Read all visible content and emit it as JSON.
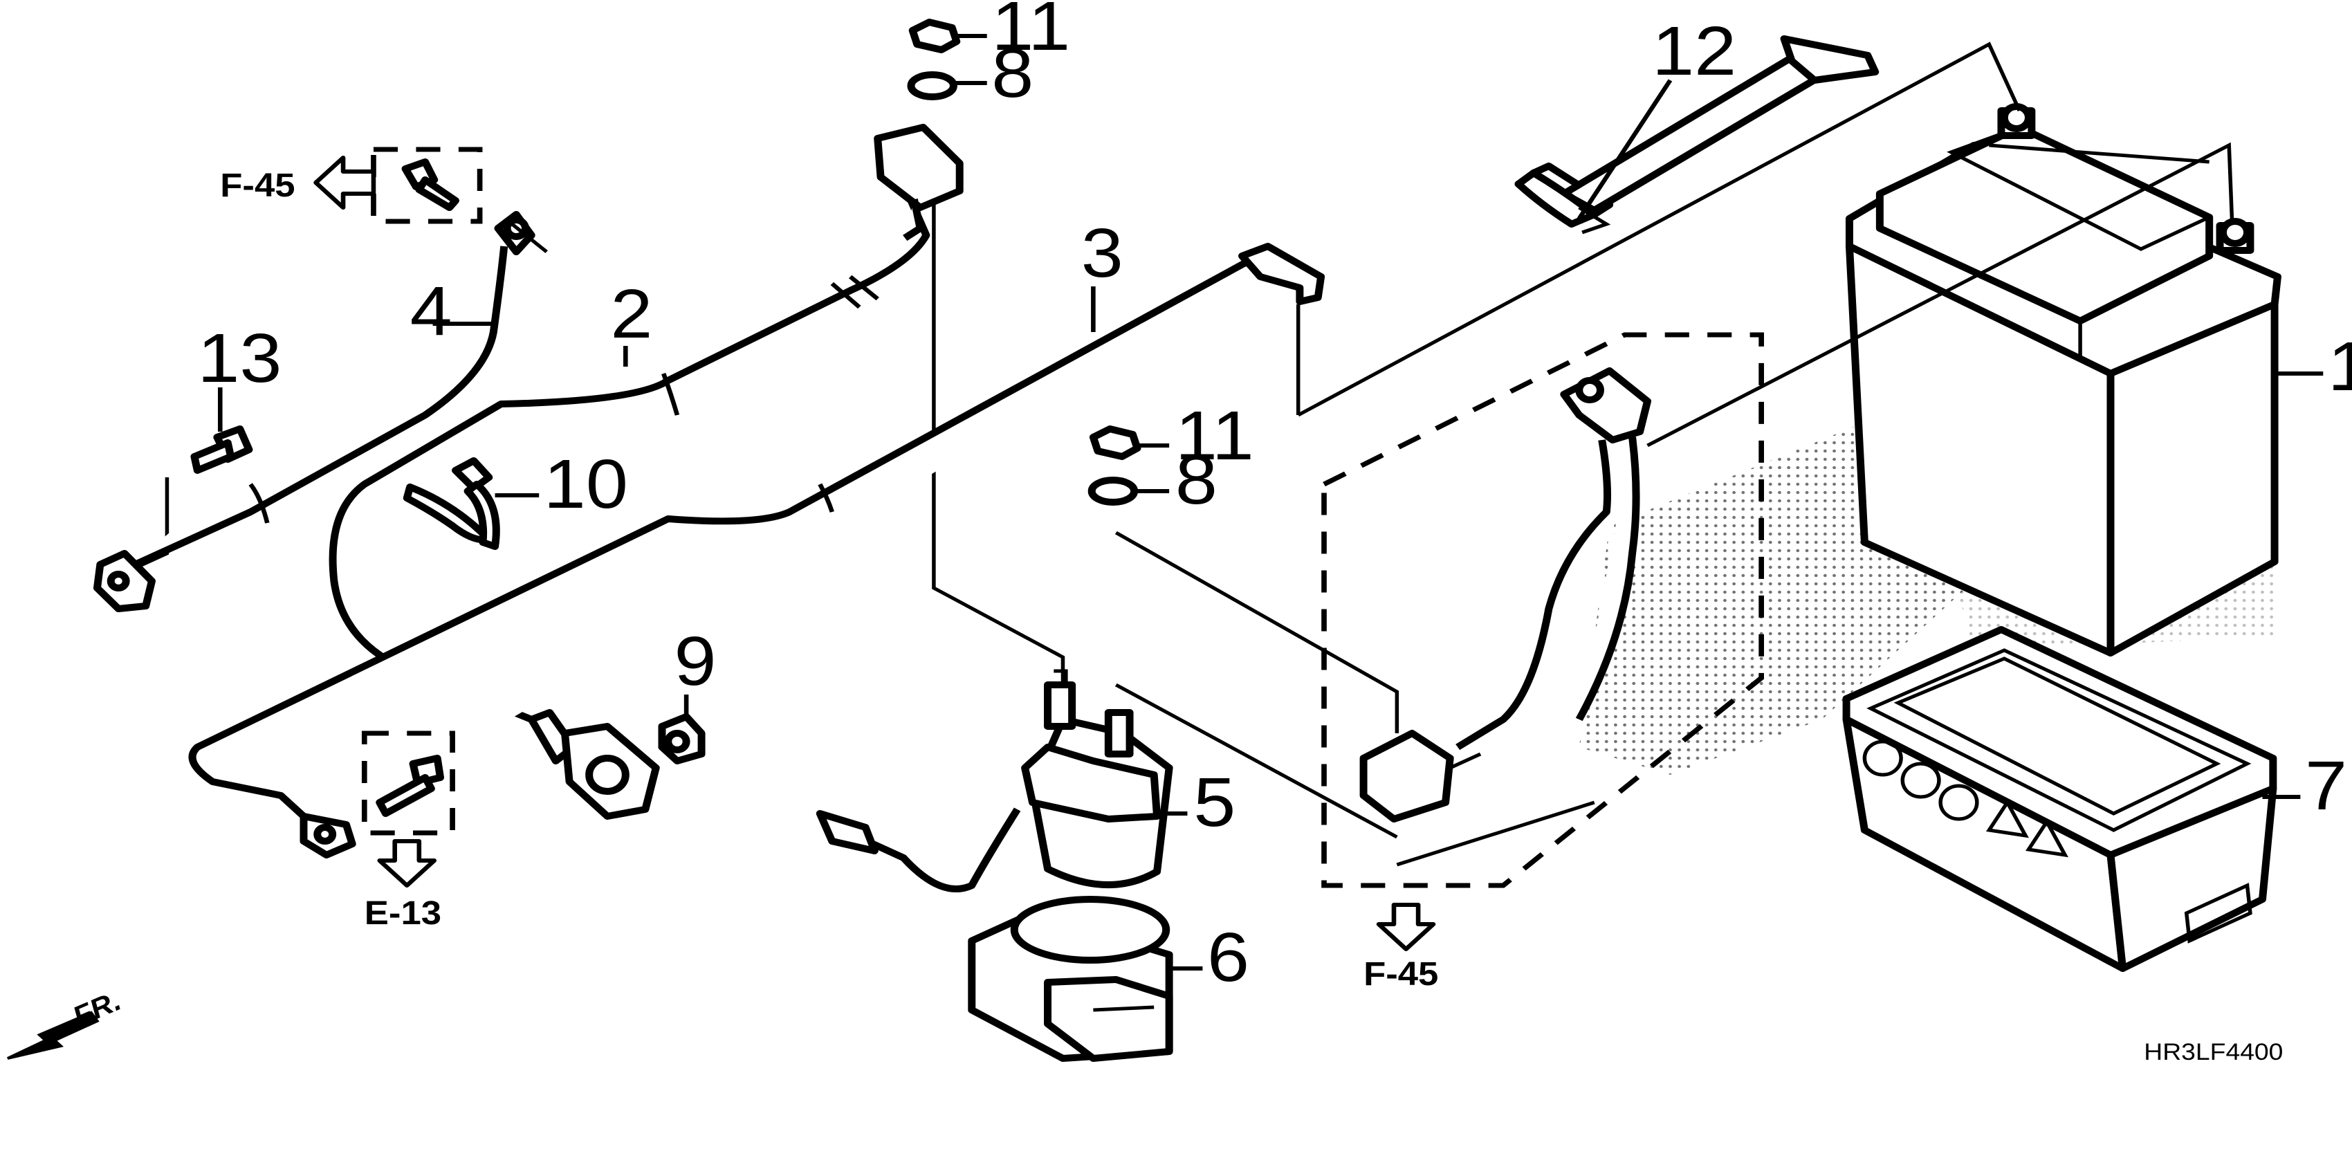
{
  "parts": [
    {
      "id": "battery",
      "number": "1"
    },
    {
      "id": "positive-cable",
      "number": "2"
    },
    {
      "id": "negative-cable",
      "number": "3"
    },
    {
      "id": "ground-cable",
      "number": "4"
    },
    {
      "id": "starter-relay",
      "number": "5"
    },
    {
      "id": "relay-holder",
      "number": "6"
    },
    {
      "id": "battery-box",
      "number": "7"
    },
    {
      "id": "washer-upper",
      "number": "8"
    },
    {
      "id": "washer-lower",
      "number": "8"
    },
    {
      "id": "cap-nut",
      "number": "9"
    },
    {
      "id": "band-clip",
      "number": "10"
    },
    {
      "id": "nut-upper",
      "number": "11"
    },
    {
      "id": "nut-lower",
      "number": "11"
    },
    {
      "id": "battery-band",
      "number": "12"
    },
    {
      "id": "flange-bolt",
      "number": "13"
    }
  ],
  "references": {
    "left": "F-45",
    "bottom_left": "E-13",
    "bottom_center": "F-45"
  },
  "direction_label": "FR.",
  "diagram_code": "HR3LF4400"
}
